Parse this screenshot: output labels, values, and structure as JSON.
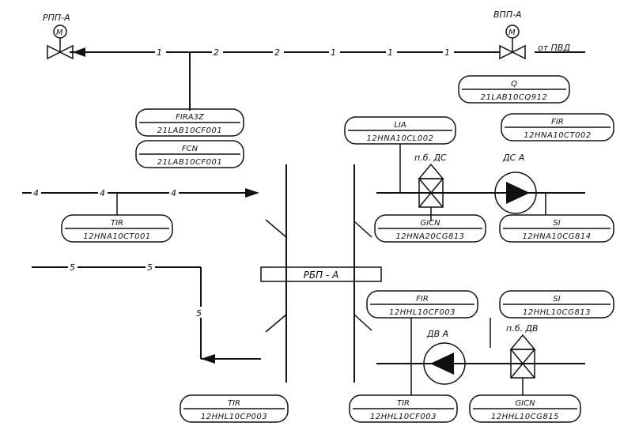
{
  "labels": {
    "top_left_valve": "РПП-А",
    "top_right_valve": "ВПП-А",
    "from_label": "от ПВД",
    "pump_upper": "ДС А",
    "pump_lower": "ДВ А",
    "valve_upper_label": "п.б. ДС",
    "valve_lower_label": "п.б. ДВ",
    "bus_label": "РБП - А",
    "motor_symbol": "M"
  },
  "line_numbers": {
    "top": [
      "1",
      "2",
      "2",
      "1",
      "1",
      "1"
    ],
    "mid": [
      "4",
      "4",
      "4"
    ],
    "low": [
      "5",
      "5",
      "5"
    ]
  },
  "tags": [
    {
      "id": "tag-q",
      "top": "Q",
      "bottom": "21LAB10CQ912"
    },
    {
      "id": "tag-fira",
      "top": "FIRA3Z",
      "bottom": "21LAB10CF001"
    },
    {
      "id": "tag-fcn",
      "top": "FCN",
      "bottom": "21LAB10CF001"
    },
    {
      "id": "tag-lia",
      "top": "LIA",
      "bottom": "12HNA10CL002"
    },
    {
      "id": "tag-fir-a",
      "top": "FIR",
      "bottom": "12HNA10CT002"
    },
    {
      "id": "tag-tir-a",
      "top": "TIR",
      "bottom": "12HNA10CT001"
    },
    {
      "id": "tag-gicn-a",
      "top": "GICN",
      "bottom": "12HNA20CG813"
    },
    {
      "id": "tag-si-a",
      "top": "SI",
      "bottom": "12HNA10CG814"
    },
    {
      "id": "tag-fir-b",
      "top": "FIR",
      "bottom": "12HHL10CF003"
    },
    {
      "id": "tag-si-b",
      "top": "SI",
      "bottom": "12HHL10CG813"
    },
    {
      "id": "tag-tir-b",
      "top": "TIR",
      "bottom": "12HHL10CP003"
    },
    {
      "id": "tag-tir-c",
      "top": "TIR",
      "bottom": "12HHL10CF003"
    },
    {
      "id": "tag-gicn-b",
      "top": "GICN",
      "bottom": "12HHL10CG815"
    }
  ]
}
